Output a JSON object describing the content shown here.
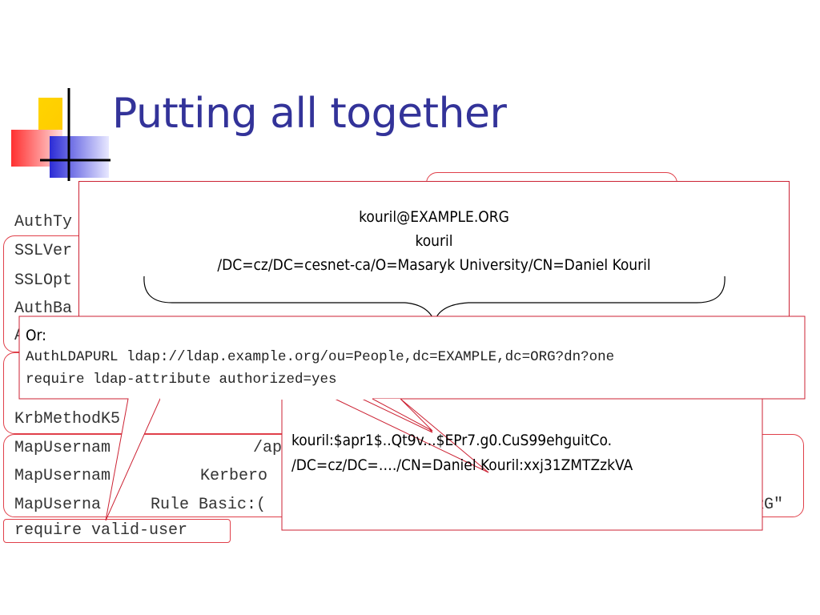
{
  "slide": {
    "title": "Putting all together"
  },
  "config_lines": {
    "authtype": "AuthTy",
    "sslverify": "SSLVer",
    "ssloptions": "SSLOpt",
    "authbasic": "AuthBa",
    "a_fragment": "A",
    "krbmethod": "KrbMethodK5",
    "mapuser_a": "MapUsernam",
    "mapuser_a_tail": "/ap",
    "mapuser_b": "MapUsernam",
    "mapuser_b_tail": "Kerbero",
    "mapuser_c": "MapUserna",
    "mapuser_c_tail": "Rule Basic:(",
    "mapuser_c_end": "RG\"",
    "require_valid_user": "require valid-user"
  },
  "identity_callout": {
    "line1": "kouril@EXAMPLE.ORG",
    "line2": "kouril",
    "line3": "/DC=cz/DC=cesnet-ca/O=Masaryk University/CN=Daniel Kouril"
  },
  "ldap_callout": {
    "label": "Or:",
    "line1": "AuthLDAPURL ldap://ldap.example.org/ou=People,dc=EXAMPLE,dc=ORG?dn?one",
    "line2": "require ldap-attribute authorized=yes"
  },
  "htpasswd_callout": {
    "line1": "kouril:$apr1$..Qt9v...$EPr7.g0.CuS99ehguitCo.",
    "line2": "/DC=cz/DC=…./CN=Daniel Kouril:xxj31ZMTZzkVA"
  },
  "colors": {
    "title": "#333399",
    "accent_red": "#e0404a"
  }
}
